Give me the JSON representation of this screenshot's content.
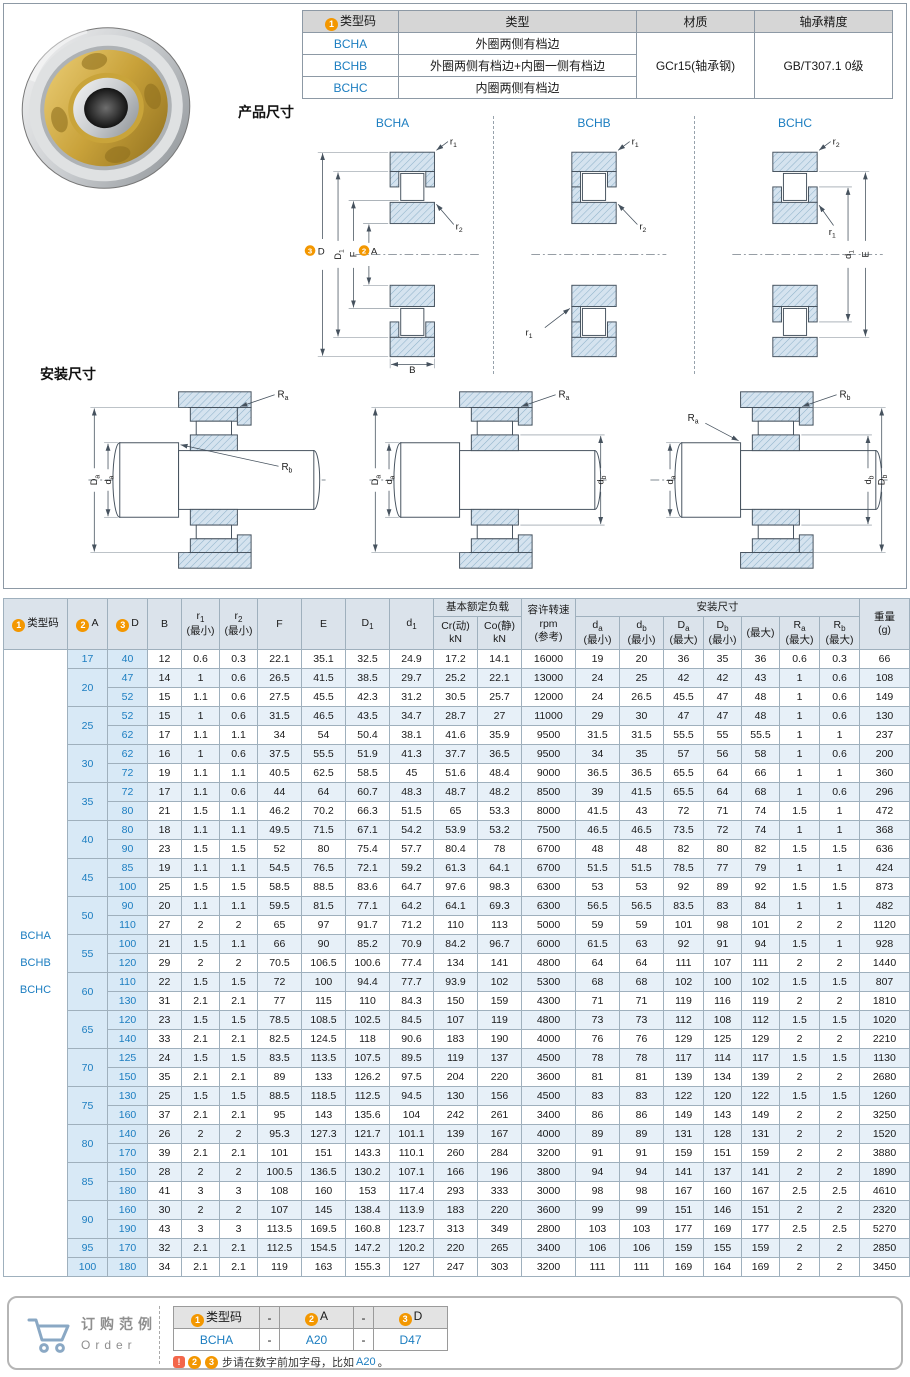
{
  "sections": {
    "product": "产品尺寸",
    "install": "安装尺寸"
  },
  "type_table": {
    "headers": {
      "code": "类型码",
      "type": "类型",
      "material": "材质",
      "precision": "轴承精度"
    },
    "code_badge": "1",
    "rows": [
      {
        "code": "BCHA",
        "type": "外圈两侧有档边"
      },
      {
        "code": "BCHB",
        "type": "外圈两侧有档边+内圈一侧有档边"
      },
      {
        "code": "BCHC",
        "type": "内圈两侧有档边"
      }
    ],
    "material": "GCr15(轴承钢)",
    "precision": "GB/T307.1 0级"
  },
  "drawings": {
    "titles": [
      "BCHA",
      "BCHB",
      "BCHC"
    ],
    "badges": {
      "A": "2",
      "D": "3"
    },
    "labels": {
      "D": "D",
      "D1": "D_{1}",
      "F": "F",
      "A": "A",
      "B": "B",
      "r1": "r_{1}",
      "r2": "r_{2}",
      "d1": "d_{1}",
      "E": "E",
      "Ra": "R_{a}",
      "Rb": "R_{b}",
      "Da": "D_{a}",
      "da": "d_{a}",
      "Db": "D_{b}",
      "db": "d_{b}"
    }
  },
  "main_table": {
    "header_row1": [
      {
        "t": "类型码",
        "badge": "1",
        "rs": 2
      },
      {
        "t": "A",
        "badge": "2",
        "rs": 2
      },
      {
        "t": "D",
        "badge": "3",
        "rs": 2
      },
      {
        "t": "B",
        "rs": 2
      },
      {
        "t": "r_{1}\n(最小)",
        "rs": 2
      },
      {
        "t": "r_{2}\n(最小)",
        "rs": 2
      },
      {
        "t": "F",
        "rs": 2
      },
      {
        "t": "E",
        "rs": 2
      },
      {
        "t": "D_{1}",
        "rs": 2
      },
      {
        "t": "d_{1}",
        "rs": 2
      },
      {
        "t": "基本额定负载",
        "cs": 2
      },
      {
        "t": "容许转速\nrpm\n(参考)",
        "rs": 2
      },
      {
        "t": "安装尺寸",
        "cs": 7
      },
      {
        "t": "重量\n(g)",
        "rs": 2
      }
    ],
    "header_row2": [
      {
        "t": "Cr(动)\nkN"
      },
      {
        "t": "Co(静)\nkN"
      },
      {
        "t": "d_{a}\n(最小)"
      },
      {
        "t": "d_{b}\n(最小)"
      },
      {
        "t": "D_{a}\n(最大)"
      },
      {
        "t": "D_{b}\n(最小)"
      },
      {
        "t": "(最大)"
      },
      {
        "t": "R_{a}\n(最大)"
      },
      {
        "t": "R_{b}\n(最大)"
      }
    ],
    "type_codes": [
      "BCHA",
      "BCHB",
      "BCHC"
    ],
    "groups": [
      {
        "A": "17",
        "rows": [
          [
            "40",
            "12",
            "0.6",
            "0.3",
            "22.1",
            "35.1",
            "32.5",
            "24.9",
            "17.2",
            "14.1",
            "16000",
            "19",
            "20",
            "36",
            "35",
            "36",
            "0.6",
            "0.3",
            "66"
          ]
        ]
      },
      {
        "A": "20",
        "rows": [
          [
            "47",
            "14",
            "1",
            "0.6",
            "26.5",
            "41.5",
            "38.5",
            "29.7",
            "25.2",
            "22.1",
            "13000",
            "24",
            "25",
            "42",
            "42",
            "43",
            "1",
            "0.6",
            "108"
          ],
          [
            "52",
            "15",
            "1.1",
            "0.6",
            "27.5",
            "45.5",
            "42.3",
            "31.2",
            "30.5",
            "25.7",
            "12000",
            "24",
            "26.5",
            "45.5",
            "47",
            "48",
            "1",
            "0.6",
            "149"
          ]
        ]
      },
      {
        "A": "25",
        "rows": [
          [
            "52",
            "15",
            "1",
            "0.6",
            "31.5",
            "46.5",
            "43.5",
            "34.7",
            "28.7",
            "27",
            "11000",
            "29",
            "30",
            "47",
            "47",
            "48",
            "1",
            "0.6",
            "130"
          ],
          [
            "62",
            "17",
            "1.1",
            "1.1",
            "34",
            "54",
            "50.4",
            "38.1",
            "41.6",
            "35.9",
            "9500",
            "31.5",
            "31.5",
            "55.5",
            "55",
            "55.5",
            "1",
            "1",
            "237"
          ]
        ]
      },
      {
        "A": "30",
        "rows": [
          [
            "62",
            "16",
            "1",
            "0.6",
            "37.5",
            "55.5",
            "51.9",
            "41.3",
            "37.7",
            "36.5",
            "9500",
            "34",
            "35",
            "57",
            "56",
            "58",
            "1",
            "0.6",
            "200"
          ],
          [
            "72",
            "19",
            "1.1",
            "1.1",
            "40.5",
            "62.5",
            "58.5",
            "45",
            "51.6",
            "48.4",
            "9000",
            "36.5",
            "36.5",
            "65.5",
            "64",
            "66",
            "1",
            "1",
            "360"
          ]
        ]
      },
      {
        "A": "35",
        "rows": [
          [
            "72",
            "17",
            "1.1",
            "0.6",
            "44",
            "64",
            "60.7",
            "48.3",
            "48.7",
            "48.2",
            "8500",
            "39",
            "41.5",
            "65.5",
            "64",
            "68",
            "1",
            "0.6",
            "296"
          ],
          [
            "80",
            "21",
            "1.5",
            "1.1",
            "46.2",
            "70.2",
            "66.3",
            "51.5",
            "65",
            "53.3",
            "8000",
            "41.5",
            "43",
            "72",
            "71",
            "74",
            "1.5",
            "1",
            "472"
          ]
        ]
      },
      {
        "A": "40",
        "rows": [
          [
            "80",
            "18",
            "1.1",
            "1.1",
            "49.5",
            "71.5",
            "67.1",
            "54.2",
            "53.9",
            "53.2",
            "7500",
            "46.5",
            "46.5",
            "73.5",
            "72",
            "74",
            "1",
            "1",
            "368"
          ],
          [
            "90",
            "23",
            "1.5",
            "1.5",
            "52",
            "80",
            "75.4",
            "57.7",
            "80.4",
            "78",
            "6700",
            "48",
            "48",
            "82",
            "80",
            "82",
            "1.5",
            "1.5",
            "636"
          ]
        ]
      },
      {
        "A": "45",
        "rows": [
          [
            "85",
            "19",
            "1.1",
            "1.1",
            "54.5",
            "76.5",
            "72.1",
            "59.2",
            "61.3",
            "64.1",
            "6700",
            "51.5",
            "51.5",
            "78.5",
            "77",
            "79",
            "1",
            "1",
            "424"
          ],
          [
            "100",
            "25",
            "1.5",
            "1.5",
            "58.5",
            "88.5",
            "83.6",
            "64.7",
            "97.6",
            "98.3",
            "6300",
            "53",
            "53",
            "92",
            "89",
            "92",
            "1.5",
            "1.5",
            "873"
          ]
        ]
      },
      {
        "A": "50",
        "rows": [
          [
            "90",
            "20",
            "1.1",
            "1.1",
            "59.5",
            "81.5",
            "77.1",
            "64.2",
            "64.1",
            "69.3",
            "6300",
            "56.5",
            "56.5",
            "83.5",
            "83",
            "84",
            "1",
            "1",
            "482"
          ],
          [
            "110",
            "27",
            "2",
            "2",
            "65",
            "97",
            "91.7",
            "71.2",
            "110",
            "113",
            "5000",
            "59",
            "59",
            "101",
            "98",
            "101",
            "2",
            "2",
            "1120"
          ]
        ]
      },
      {
        "A": "55",
        "rows": [
          [
            "100",
            "21",
            "1.5",
            "1.1",
            "66",
            "90",
            "85.2",
            "70.9",
            "84.2",
            "96.7",
            "6000",
            "61.5",
            "63",
            "92",
            "91",
            "94",
            "1.5",
            "1",
            "928"
          ],
          [
            "120",
            "29",
            "2",
            "2",
            "70.5",
            "106.5",
            "100.6",
            "77.4",
            "134",
            "141",
            "4800",
            "64",
            "64",
            "111",
            "107",
            "111",
            "2",
            "2",
            "1440"
          ]
        ]
      },
      {
        "A": "60",
        "rows": [
          [
            "110",
            "22",
            "1.5",
            "1.5",
            "72",
            "100",
            "94.4",
            "77.7",
            "93.9",
            "102",
            "5300",
            "68",
            "68",
            "102",
            "100",
            "102",
            "1.5",
            "1.5",
            "807"
          ],
          [
            "130",
            "31",
            "2.1",
            "2.1",
            "77",
            "115",
            "110",
            "84.3",
            "150",
            "159",
            "4300",
            "71",
            "71",
            "119",
            "116",
            "119",
            "2",
            "2",
            "1810"
          ]
        ]
      },
      {
        "A": "65",
        "rows": [
          [
            "120",
            "23",
            "1.5",
            "1.5",
            "78.5",
            "108.5",
            "102.5",
            "84.5",
            "107",
            "119",
            "4800",
            "73",
            "73",
            "112",
            "108",
            "112",
            "1.5",
            "1.5",
            "1020"
          ],
          [
            "140",
            "33",
            "2.1",
            "2.1",
            "82.5",
            "124.5",
            "118",
            "90.6",
            "183",
            "190",
            "4000",
            "76",
            "76",
            "129",
            "125",
            "129",
            "2",
            "2",
            "2210"
          ]
        ]
      },
      {
        "A": "70",
        "rows": [
          [
            "125",
            "24",
            "1.5",
            "1.5",
            "83.5",
            "113.5",
            "107.5",
            "89.5",
            "119",
            "137",
            "4500",
            "78",
            "78",
            "117",
            "114",
            "117",
            "1.5",
            "1.5",
            "1130"
          ],
          [
            "150",
            "35",
            "2.1",
            "2.1",
            "89",
            "133",
            "126.2",
            "97.5",
            "204",
            "220",
            "3600",
            "81",
            "81",
            "139",
            "134",
            "139",
            "2",
            "2",
            "2680"
          ]
        ]
      },
      {
        "A": "75",
        "rows": [
          [
            "130",
            "25",
            "1.5",
            "1.5",
            "88.5",
            "118.5",
            "112.5",
            "94.5",
            "130",
            "156",
            "4500",
            "83",
            "83",
            "122",
            "120",
            "122",
            "1.5",
            "1.5",
            "1260"
          ],
          [
            "160",
            "37",
            "2.1",
            "2.1",
            "95",
            "143",
            "135.6",
            "104",
            "242",
            "261",
            "3400",
            "86",
            "86",
            "149",
            "143",
            "149",
            "2",
            "2",
            "3250"
          ]
        ]
      },
      {
        "A": "80",
        "rows": [
          [
            "140",
            "26",
            "2",
            "2",
            "95.3",
            "127.3",
            "121.7",
            "101.1",
            "139",
            "167",
            "4000",
            "89",
            "89",
            "131",
            "128",
            "131",
            "2",
            "2",
            "1520"
          ],
          [
            "170",
            "39",
            "2.1",
            "2.1",
            "101",
            "151",
            "143.3",
            "110.1",
            "260",
            "284",
            "3200",
            "91",
            "91",
            "159",
            "151",
            "159",
            "2",
            "2",
            "3880"
          ]
        ]
      },
      {
        "A": "85",
        "rows": [
          [
            "150",
            "28",
            "2",
            "2",
            "100.5",
            "136.5",
            "130.2",
            "107.1",
            "166",
            "196",
            "3800",
            "94",
            "94",
            "141",
            "137",
            "141",
            "2",
            "2",
            "1890"
          ],
          [
            "180",
            "41",
            "3",
            "3",
            "108",
            "160",
            "153",
            "117.4",
            "293",
            "333",
            "3000",
            "98",
            "98",
            "167",
            "160",
            "167",
            "2.5",
            "2.5",
            "4610"
          ]
        ]
      },
      {
        "A": "90",
        "rows": [
          [
            "160",
            "30",
            "2",
            "2",
            "107",
            "145",
            "138.4",
            "113.9",
            "183",
            "220",
            "3600",
            "99",
            "99",
            "151",
            "146",
            "151",
            "2",
            "2",
            "2320"
          ],
          [
            "190",
            "43",
            "3",
            "3",
            "113.5",
            "169.5",
            "160.8",
            "123.7",
            "313",
            "349",
            "2800",
            "103",
            "103",
            "177",
            "169",
            "177",
            "2.5",
            "2.5",
            "5270"
          ]
        ]
      },
      {
        "A": "95",
        "rows": [
          [
            "170",
            "32",
            "2.1",
            "2.1",
            "112.5",
            "154.5",
            "147.2",
            "120.2",
            "220",
            "265",
            "3400",
            "106",
            "106",
            "159",
            "155",
            "159",
            "2",
            "2",
            "2850"
          ]
        ]
      },
      {
        "A": "100",
        "rows": [
          [
            "180",
            "34",
            "2.1",
            "2.1",
            "119",
            "163",
            "155.3",
            "127",
            "247",
            "303",
            "3200",
            "111",
            "111",
            "169",
            "164",
            "169",
            "2",
            "2",
            "3450"
          ]
        ]
      }
    ]
  },
  "order": {
    "title": "订购范例",
    "subtitle": "Order",
    "header_code": "类型码",
    "header_a": "A",
    "header_d": "D",
    "dash": "-",
    "badge1": "1",
    "badge2": "2",
    "badge3": "3",
    "values": [
      "BCHA",
      "-",
      "A20",
      "-",
      "D47"
    ],
    "note_badges": [
      "2",
      "3"
    ],
    "note_bang": "!",
    "note_text": "步请在数字前加字母，比如",
    "note_link": "A20",
    "note_end": "。"
  }
}
